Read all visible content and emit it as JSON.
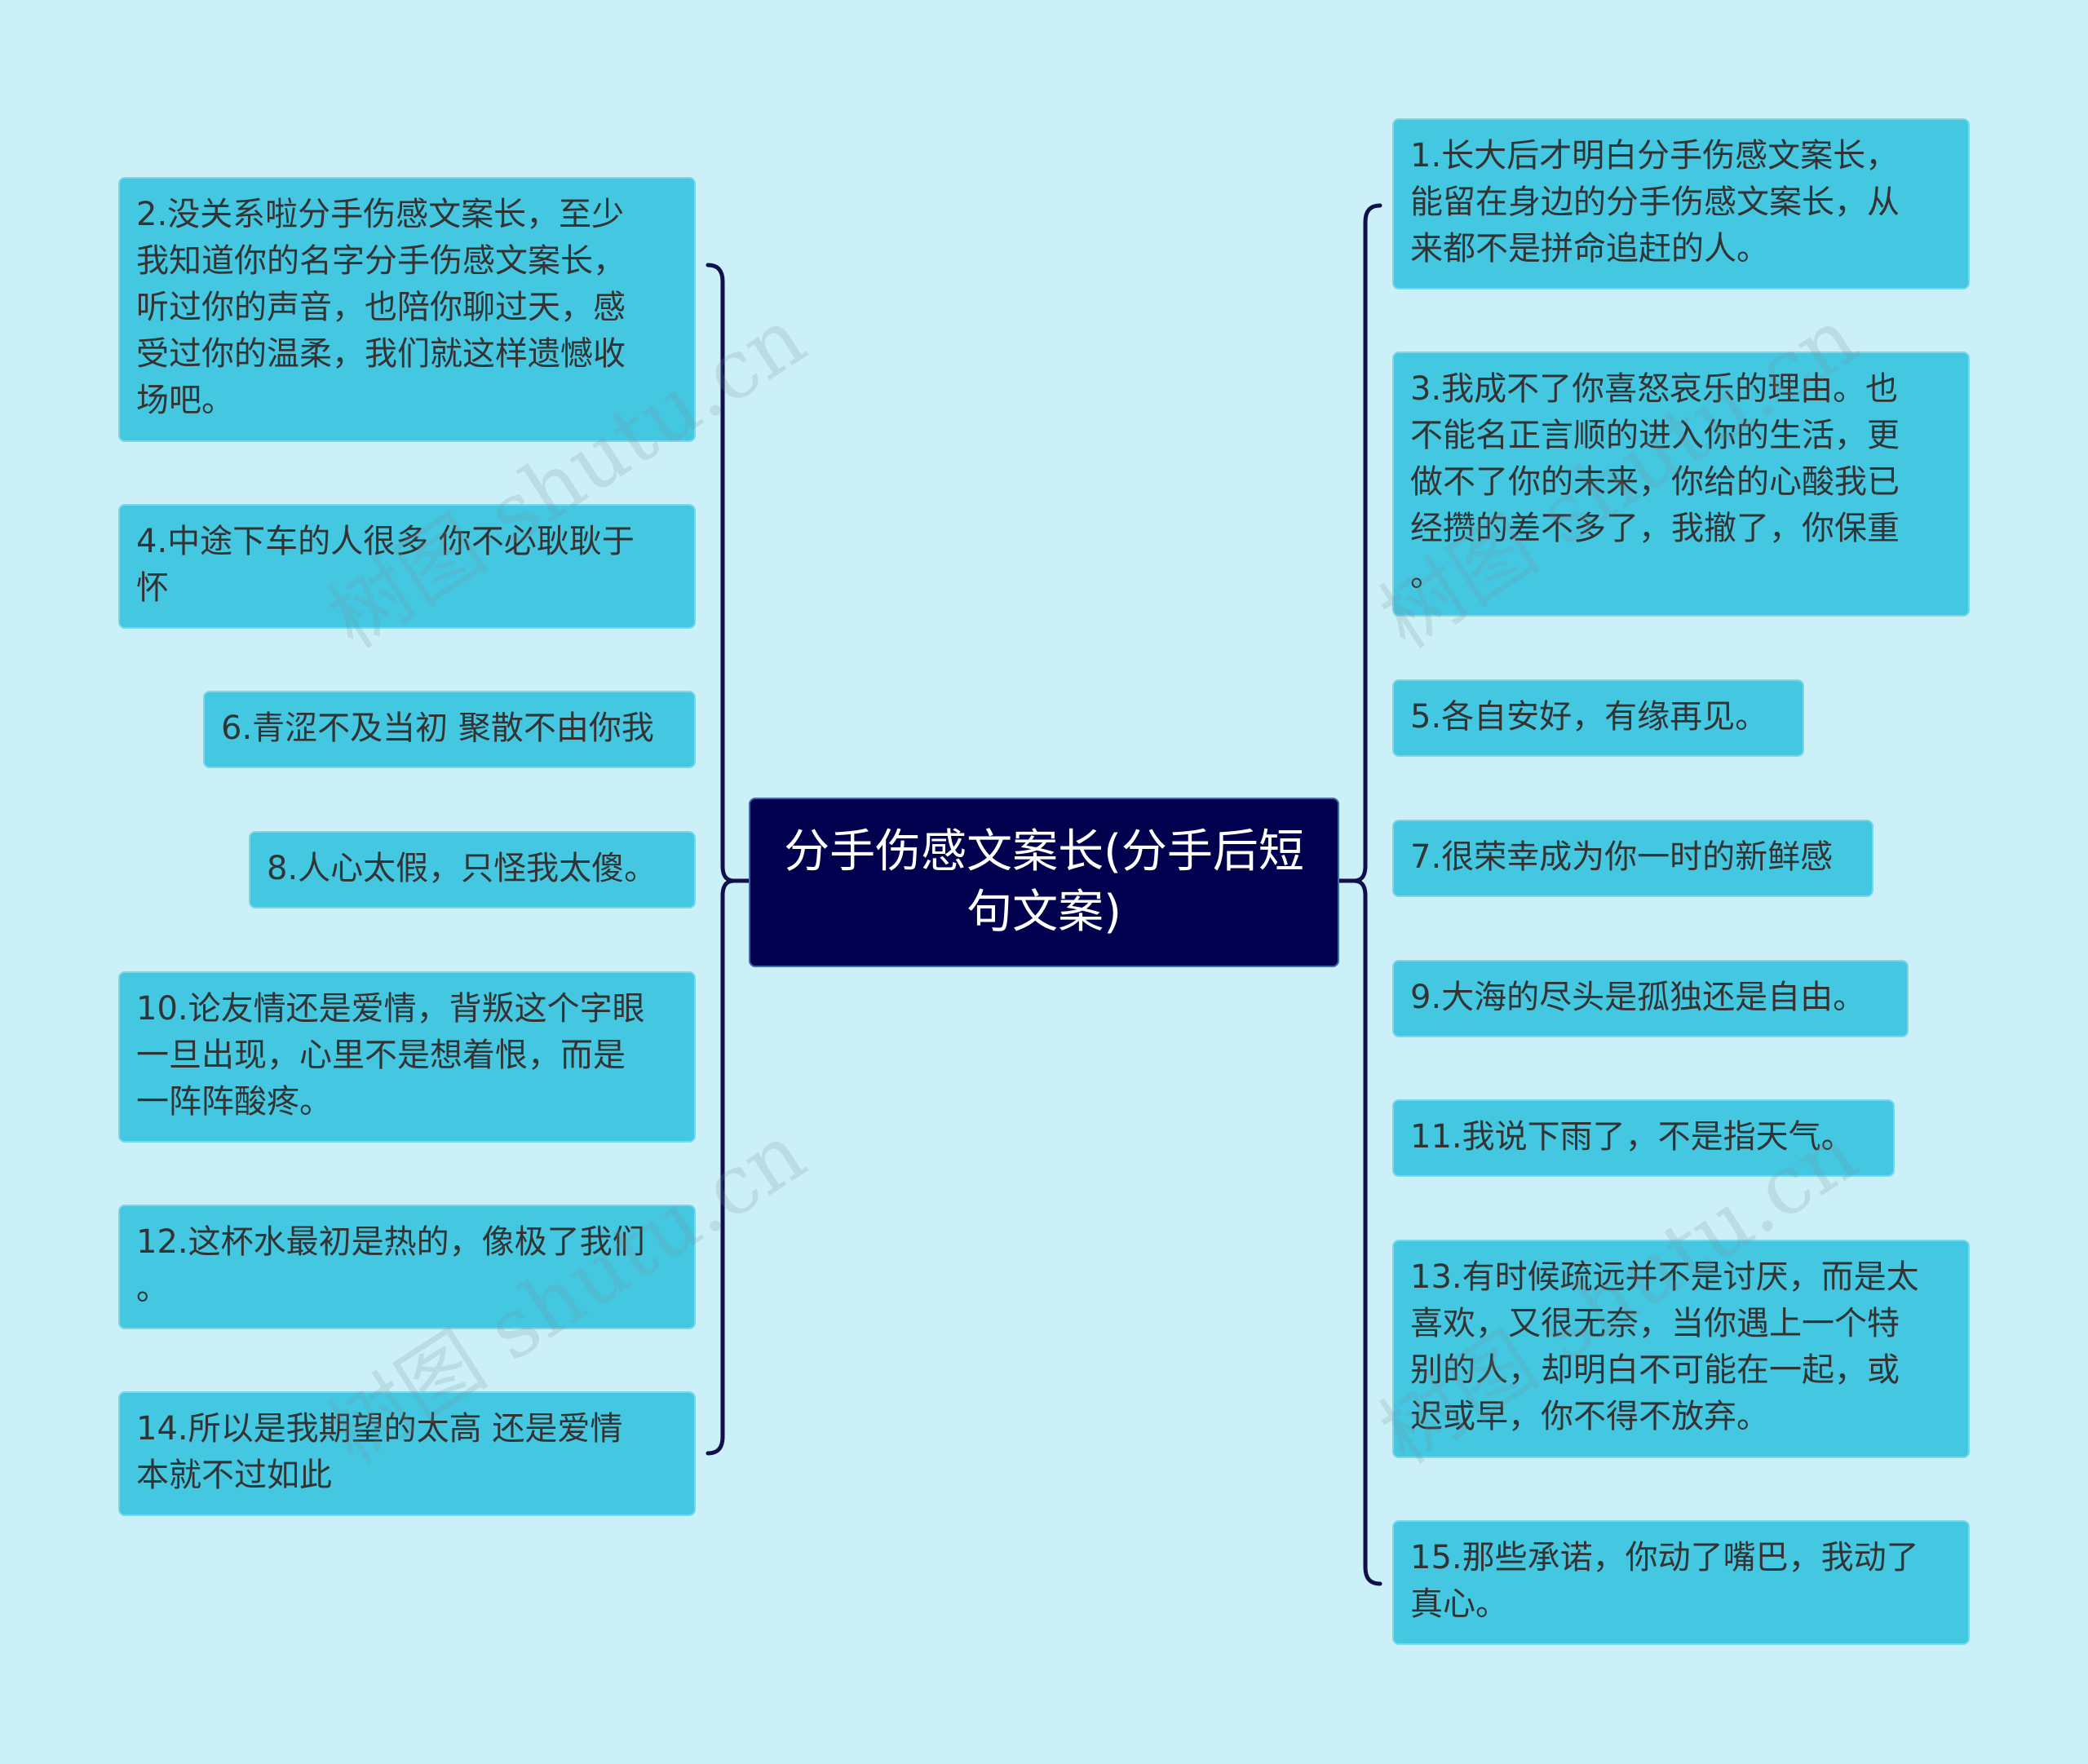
{
  "colors": {
    "background": "#cbf0f7",
    "center_fill": "#00004f",
    "node_fill": "#44c8e2",
    "connector": "#0f0f4a"
  },
  "center": {
    "text": "分手伤感文案长(分手后短句文案)"
  },
  "left_nodes": [
    {
      "text": "2.没关系啦分手伤感文案长，至少\n我知道你的名字分手伤感文案长，\n听过你的声音，也陪你聊过天，感\n受过你的温柔，我们就这样遗憾收\n场吧。"
    },
    {
      "text": "4.中途下车的人很多 你不必耿耿于\n怀"
    },
    {
      "text": "6.青涩不及当初 聚散不由你我"
    },
    {
      "text": "8.人心太假，只怪我太傻。"
    },
    {
      "text": "10.论友情还是爱情，背叛这个字眼\n一旦出现，心里不是想着恨，而是\n一阵阵酸疼。"
    },
    {
      "text": "12.这杯水最初是热的，像极了我们\n。"
    },
    {
      "text": "14.所以是我期望的太高 还是爱情\n本就不过如此"
    }
  ],
  "right_nodes": [
    {
      "text": "1.长大后才明白分手伤感文案长，\n能留在身边的分手伤感文案长，从\n来都不是拼命追赶的人。"
    },
    {
      "text": "3.我成不了你喜怒哀乐的理由。也\n不能名正言顺的进入你的生活，更\n做不了你的未来，你给的心酸我已\n经攒的差不多了，我撤了，你保重\n。"
    },
    {
      "text": "5.各自安好，有缘再见。"
    },
    {
      "text": "7.很荣幸成为你一时的新鲜感"
    },
    {
      "text": "9.大海的尽头是孤独还是自由。"
    },
    {
      "text": "11.我说下雨了，不是指天气。"
    },
    {
      "text": "13.有时候疏远并不是讨厌，而是太\n喜欢，又很无奈，当你遇上一个特\n别的人，却明白不可能在一起，或\n迟或早，你不得不放弃。"
    },
    {
      "text": "15.那些承诺，你动了嘴巴，我动了\n真心。"
    }
  ],
  "watermark": {
    "text": "树图 shutu.cn"
  }
}
